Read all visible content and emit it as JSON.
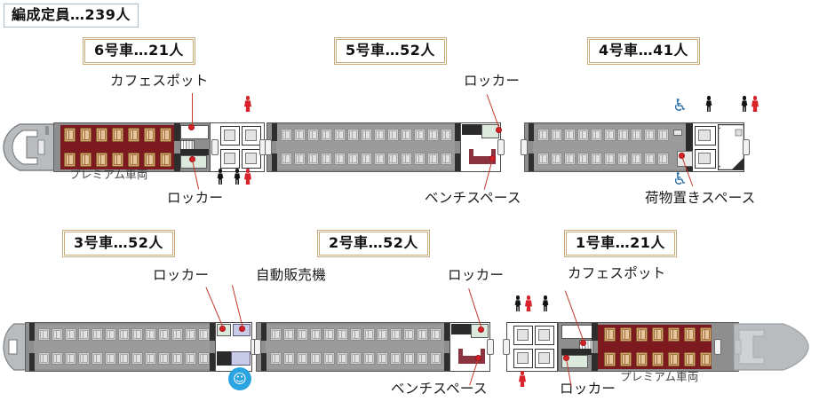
{
  "title": {
    "text": "編成定員…239人"
  },
  "cars": [
    {
      "id": "car6",
      "label": "6号車…21人",
      "type": "premium",
      "seat_groups": 7,
      "capacity": 21,
      "note": "プレミアム車両"
    },
    {
      "id": "car5",
      "label": "5号車…52人",
      "type": "standard",
      "seat_groups": 13,
      "capacity": 52,
      "note": ""
    },
    {
      "id": "car4",
      "label": "4号車…41人",
      "type": "standard",
      "seat_groups": 10,
      "capacity": 41,
      "note": ""
    },
    {
      "id": "car3",
      "label": "3号車…52人",
      "type": "standard",
      "seat_groups": 13,
      "capacity": 52,
      "note": ""
    },
    {
      "id": "car2",
      "label": "2号車…52人",
      "type": "standard",
      "seat_groups": 13,
      "capacity": 52,
      "note": ""
    },
    {
      "id": "car1",
      "label": "1号車…21人",
      "type": "premium",
      "seat_groups": 7,
      "capacity": 21,
      "note": "プレミアム車両"
    }
  ],
  "annotations": {
    "cafe_spot_car6": "カフェスポット",
    "locker_car6": "ロッカー",
    "premium_car6": "プレミアム車両",
    "locker_car5": "ロッカー",
    "bench_car5": "ベンチスペース",
    "luggage_car4": "荷物置きスペース",
    "locker_car3": "ロッカー",
    "vending_car3": "自動販売機",
    "locker_car2": "ロッカー",
    "bench_car2": "ベンチスペース",
    "cafe_spot_car1": "カフェスポット",
    "locker_car1": "ロッカー",
    "premium_car1": "プレミアム車両"
  },
  "icons": {
    "wheelchair": "♿",
    "smoking": "🚬",
    "male": "male-figure",
    "female": "female-figure"
  },
  "colors": {
    "premium_floor": "#7d1a1f",
    "premium_seat": "#d9a86c",
    "standard_floor": "#9b9b9b",
    "standard_seat": "#cfcfcf",
    "leader_line": "#c0392b",
    "label_border": "#c8ab7c",
    "title_border": "#a9bcc9",
    "wheelchair_blue": "#2f6fa8",
    "smoking_blue": "#2aa3e0",
    "female_red": "#d8232a"
  }
}
